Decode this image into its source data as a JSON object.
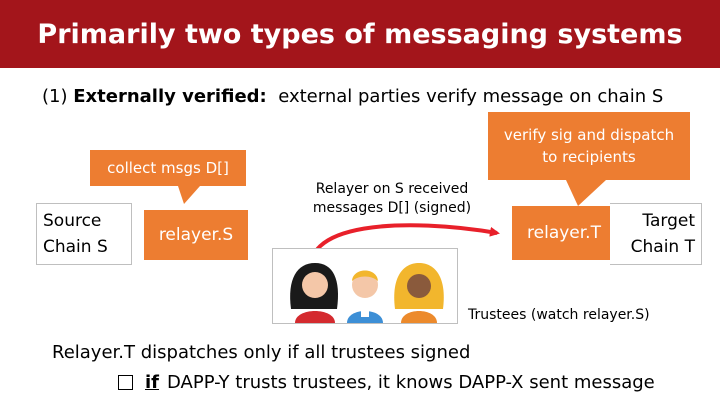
{
  "title": "Primarily two types of messaging systems",
  "subtitle": {
    "prefix": "(1) ",
    "bold": "Externally verified:",
    "rest": "external parties verify message on chain S"
  },
  "callouts": {
    "collect": "collect msgs D[]",
    "verify_line1": "verify sig and dispatch",
    "verify_line2": "to recipients"
  },
  "boxes": {
    "source_line1": "Source",
    "source_line2": "Chain S",
    "relayer_s": "relayer.S",
    "relayer_t": "relayer.T",
    "target_line1": "Target",
    "target_line2": "Chain T"
  },
  "notes": {
    "received_line1": "Relayer on S received",
    "received_line2": "messages D[]  (signed)",
    "trustees": "Trustees (watch relayer.S)"
  },
  "bottom": {
    "line1": "Relayer.T dispatches only if all trustees signed",
    "if_word": "if",
    "line2_rest": "DAPP-Y trusts trustees, it knows DAPP-X sent message"
  },
  "colors": {
    "title_bar": "#a3151b",
    "accent_orange": "#ed7d31",
    "arrow_red": "#e8202a"
  }
}
